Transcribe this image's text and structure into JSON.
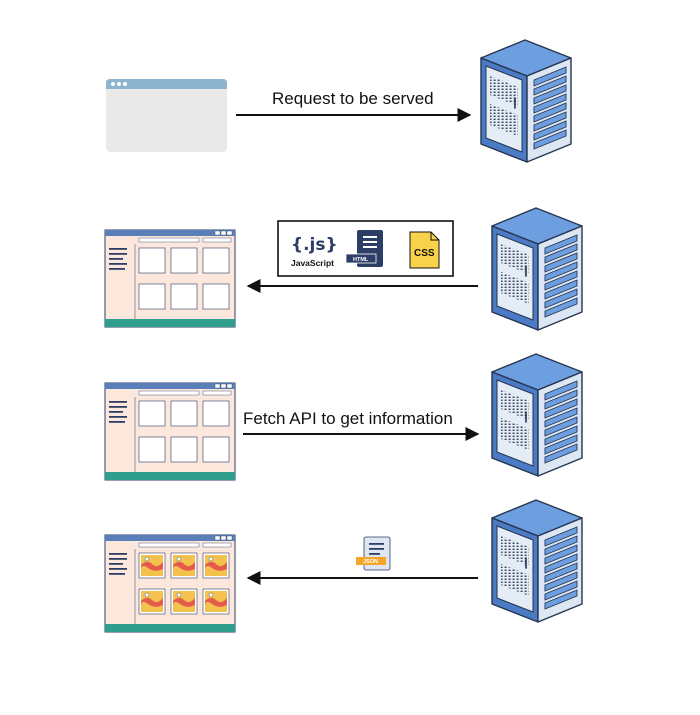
{
  "steps": [
    {
      "label": "Request to be served",
      "direction": "to-server"
    },
    {
      "label": "",
      "direction": "to-client",
      "payload": [
        "javascript-file",
        "html-file",
        "css-file"
      ]
    },
    {
      "label": "Fetch API to get information",
      "direction": "to-server"
    },
    {
      "label": "",
      "direction": "to-client",
      "payload": [
        "json-file"
      ]
    }
  ],
  "files": {
    "js_mark": "{.js}",
    "js_name": "JavaScript",
    "html_tag": "HTML",
    "css_mark": "CSS",
    "json_tag": "JSON"
  },
  "colors": {
    "server_blue": "#6d9fe0",
    "server_dark": "#263551",
    "browser_titlebar": "#8fb4cf",
    "browser_body": "#e9e9e9",
    "app_window_bg": "#fbe7dc",
    "app_footer": "#2f9e8c",
    "image_card_yellow": "#f3c24c",
    "image_card_red": "#e65c4c",
    "css_yellow": "#f7d24a",
    "arrow": "#111111"
  },
  "icons": [
    "browser-window",
    "server-rack",
    "arrow-right",
    "arrow-left",
    "javascript-file-icon",
    "html-file-icon",
    "css-file-icon",
    "json-file-icon",
    "app-window"
  ]
}
